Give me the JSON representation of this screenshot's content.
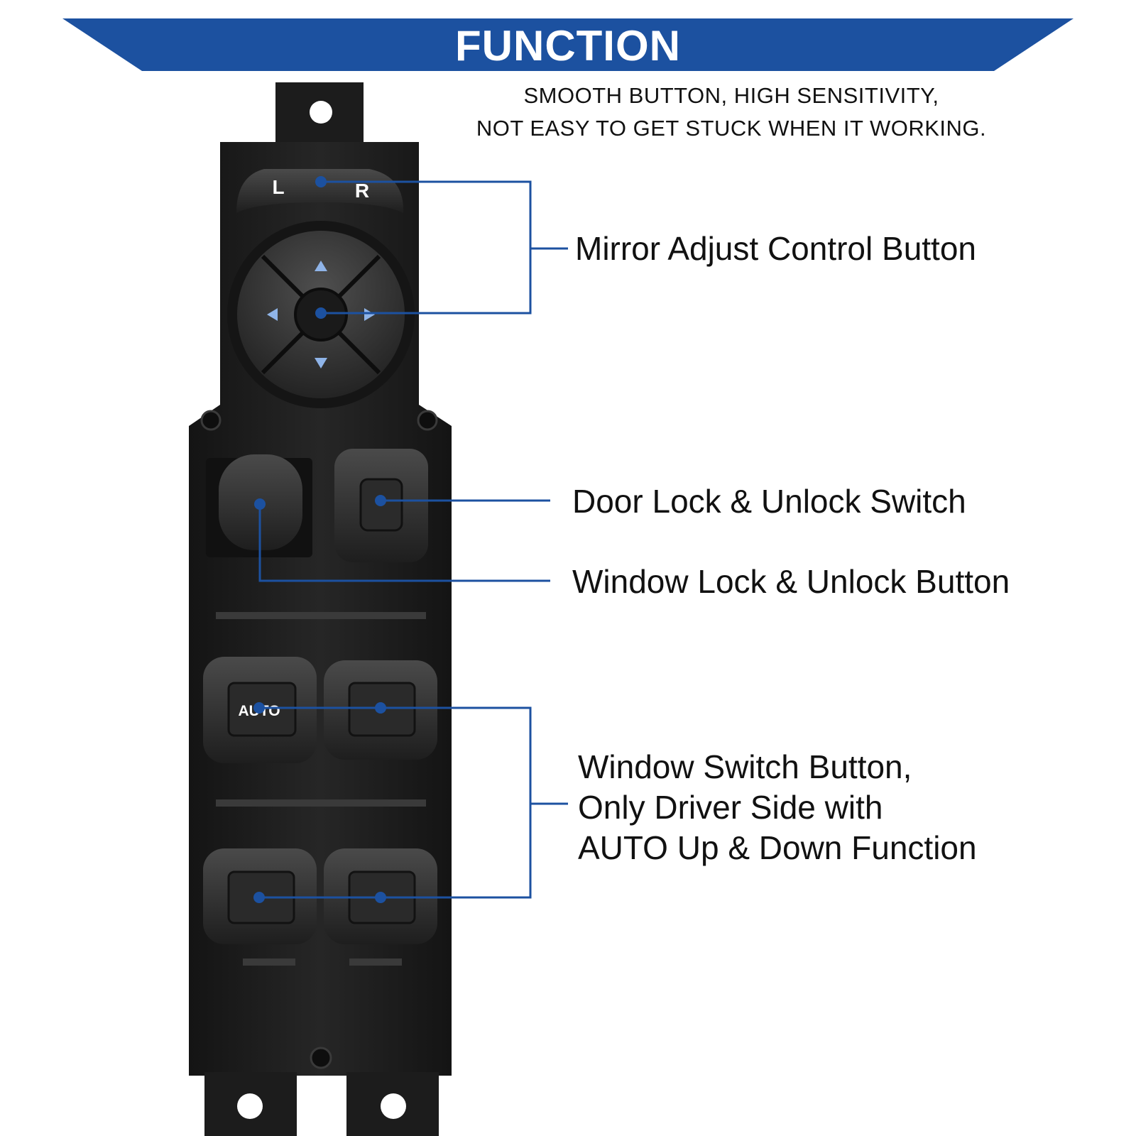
{
  "banner": {
    "title": "FUNCTION",
    "color": "#1c51a0"
  },
  "subtitle": "SMOOTH BUTTON, HIGH SENSITIVITY,\nNOT EASY TO GET STUCK WHEN IT WORKING.",
  "callouts": {
    "mirror": "Mirror Adjust Control Button",
    "door_lock": "Door Lock & Unlock Switch",
    "window_lock": "Window Lock & Unlock Button",
    "window_switch": "Window Switch Button,\nOnly Driver Side with\nAUTO Up & Down Function"
  },
  "product": {
    "selector_left": "L",
    "selector_right": "R",
    "auto_label": "AUTO",
    "body_color": "#1a1a1a",
    "arrow_color": "#8fb4e8",
    "leader_color": "#1c51a0"
  }
}
